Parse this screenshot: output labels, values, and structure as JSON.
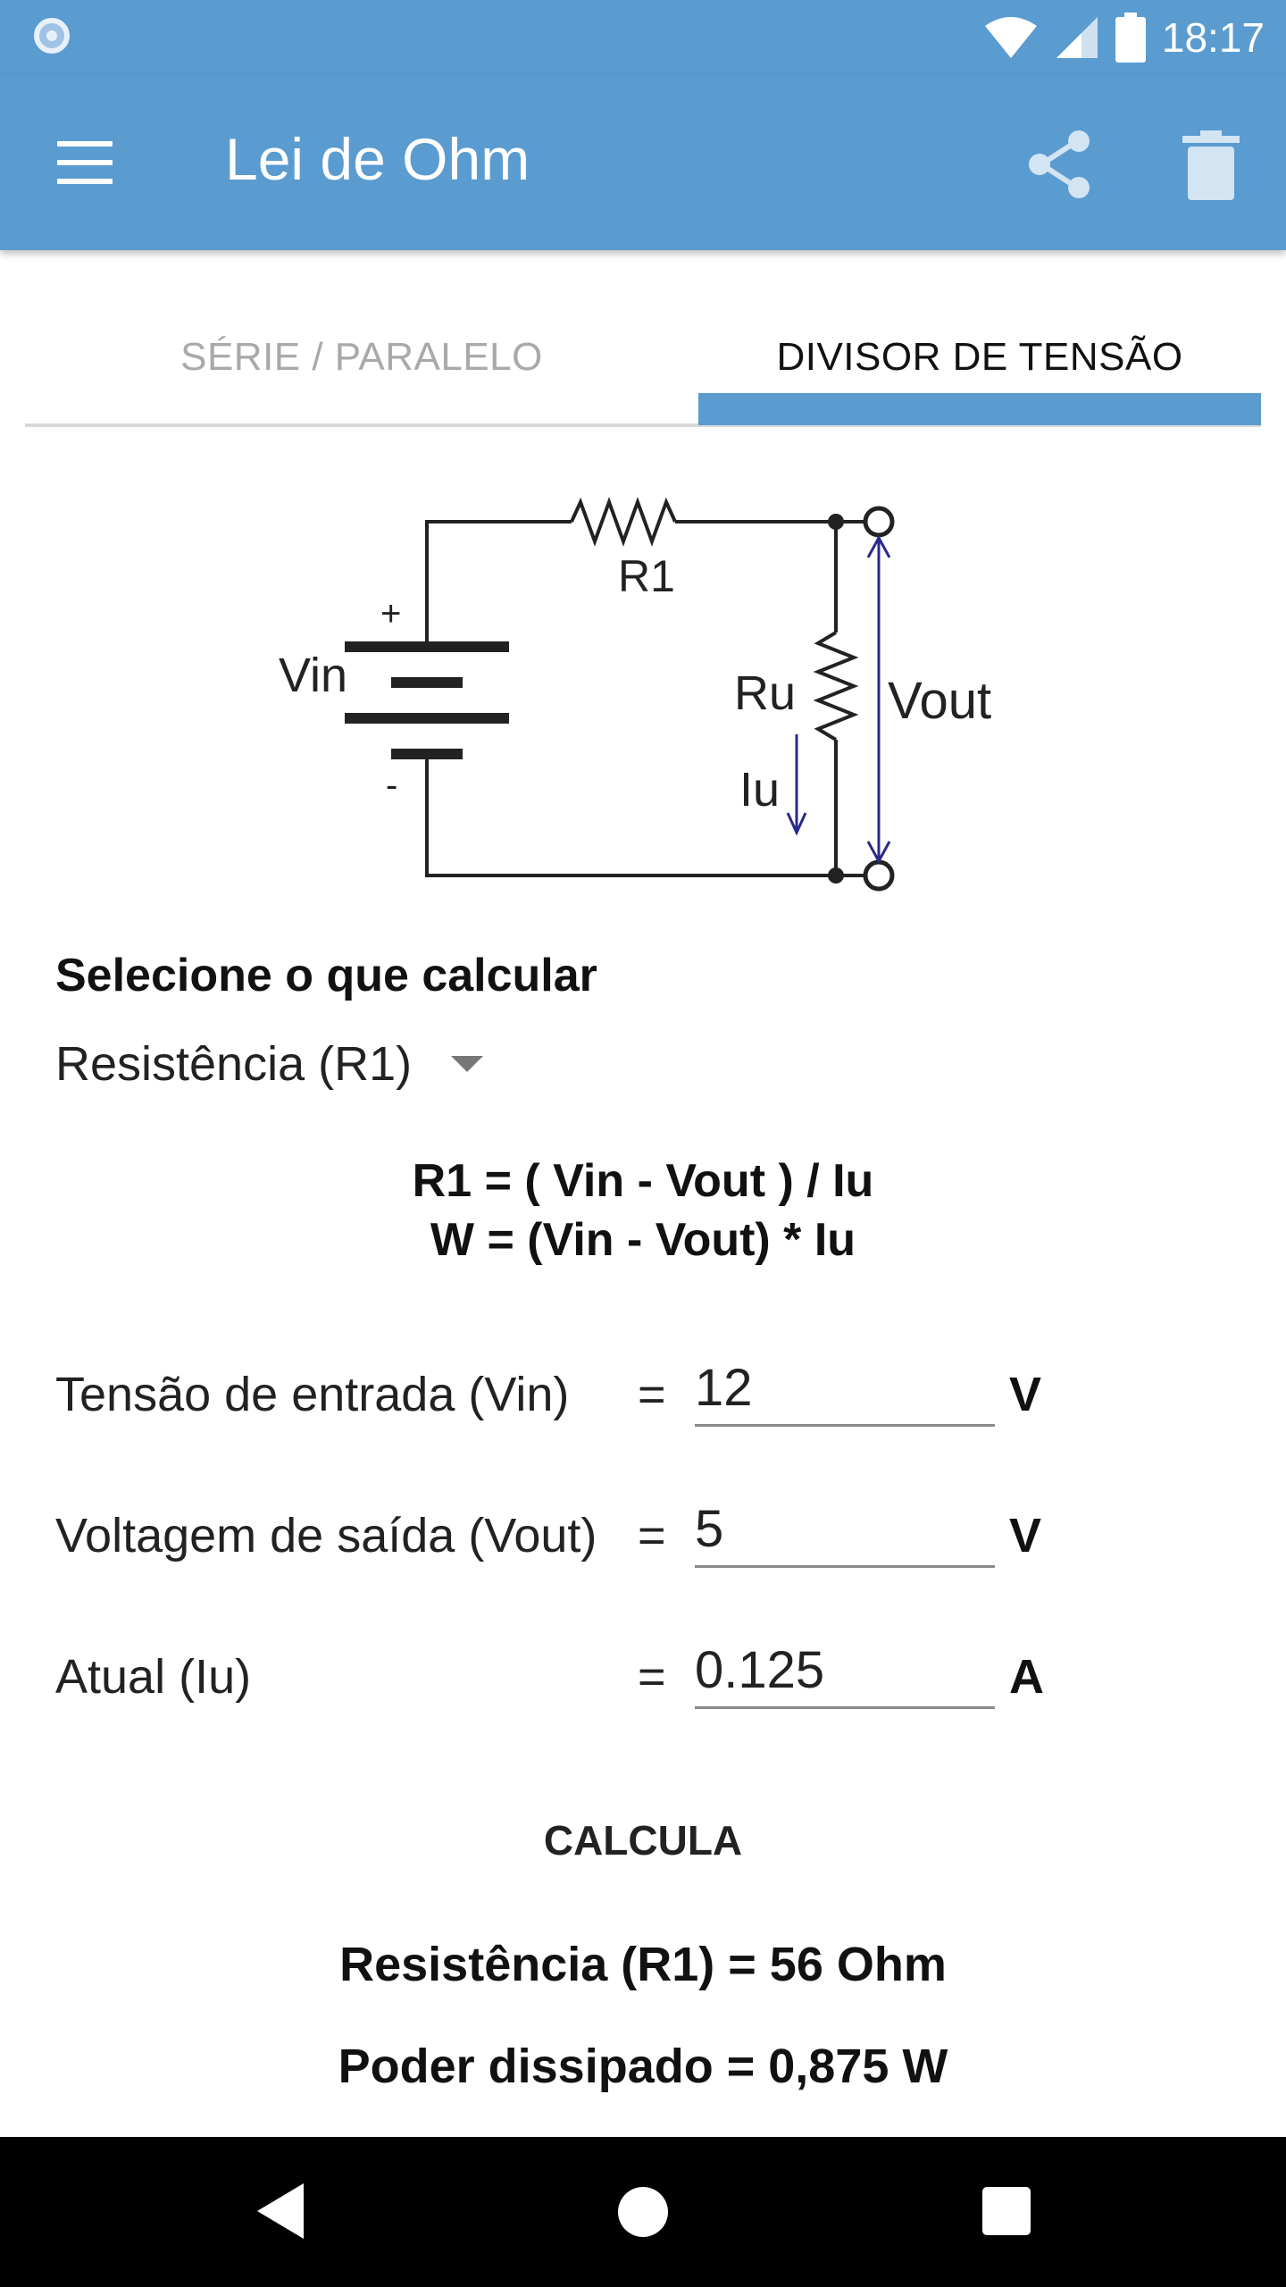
{
  "status_bar": {
    "time": "18:17"
  },
  "app_bar": {
    "title": "Lei de Ohm",
    "icons": [
      "menu-icon",
      "share-icon",
      "trash-icon"
    ]
  },
  "tabs": [
    {
      "label": "SÉRIE / PARALELO",
      "selected": false
    },
    {
      "label": "DIVISOR DE TENSÃO",
      "selected": true
    }
  ],
  "circuit": {
    "labels": {
      "r1": "R1",
      "vin": "Vin",
      "plus": "+",
      "minus": "-",
      "ru": "Ru",
      "iu": "Iu",
      "vout": "Vout"
    }
  },
  "form": {
    "select_label": "Selecione o que calcular",
    "selected_option": "Resistência (R1)",
    "formula_1": "R1 = ( Vin - Vout ) / Iu",
    "formula_2": "W = (Vin - Vout) * Iu",
    "rows": [
      {
        "label": "Tensão de entrada (Vin)",
        "eq": "=",
        "value": "12",
        "unit": "V"
      },
      {
        "label": "Voltagem de saída (Vout)",
        "eq": "=",
        "value": "5",
        "unit": "V"
      },
      {
        "label": "Atual (Iu)",
        "eq": "=",
        "value": "0.125",
        "unit": "A"
      }
    ],
    "calculate_label": "CALCULA",
    "result_1": "Resistência (R1) = 56 Ohm",
    "result_2": "Poder dissipado = 0,875 W"
  },
  "colors": {
    "primary": "#5a9bd0",
    "navbar": "#000000",
    "arrow": "#2a2a8a"
  }
}
